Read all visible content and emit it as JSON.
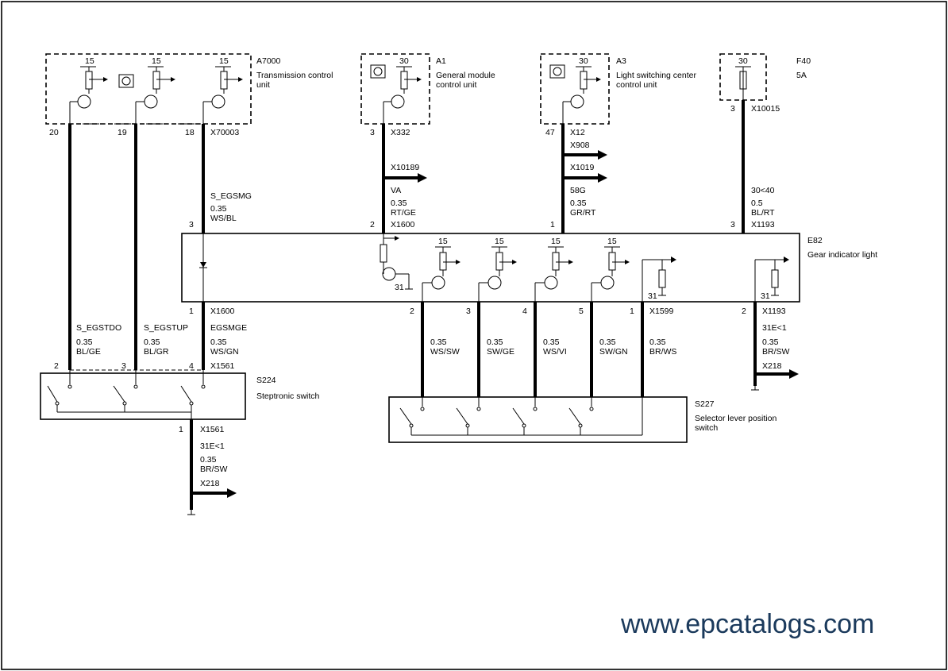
{
  "components": {
    "a7000": {
      "id": "A7000",
      "name_line1": "Transmission control",
      "name_line2": "unit",
      "fuses": [
        "15",
        "15",
        "15"
      ],
      "pins": [
        "20",
        "19",
        "18"
      ],
      "connector": "X70003"
    },
    "a1": {
      "id": "A1",
      "name_line1": "General module",
      "name_line2": "control unit",
      "fuse": "30",
      "pin": "3",
      "connector": "X332"
    },
    "a3": {
      "id": "A3",
      "name_line1": "Light switching center",
      "name_line2": "control unit",
      "fuse": "30",
      "pin": "47",
      "connector": "X12"
    },
    "f40": {
      "id": "F40",
      "rating": "5A",
      "fuse": "30",
      "pin": "3",
      "connector": "X10015"
    },
    "e82": {
      "id": "E82",
      "name": "Gear indicator light",
      "fuses": [
        "15",
        "15",
        "15",
        "15"
      ],
      "ground_left": "31",
      "ground_mid": "31",
      "ground_right": "31"
    },
    "s224": {
      "id": "S224",
      "name": "Steptronic switch"
    },
    "s227": {
      "id": "S227",
      "name_line1": "Selector lever position",
      "name_line2": "switch"
    }
  },
  "wires": {
    "egsmg": {
      "signal": "S_EGSMG",
      "size": "0.35",
      "color": "WS/BL",
      "top_pin": "3",
      "bottom_pin": "1",
      "connector_top": "X1600",
      "connector_bottom": "X1600"
    },
    "va": {
      "splice": "X10189",
      "signal": "VA",
      "size": "0.35",
      "color": "RT/GE",
      "pin": "2",
      "connector": "X1600"
    },
    "g58": {
      "splice_1": "X908",
      "splice_2": "X1019",
      "signal": "58G",
      "size": "0.35",
      "color": "GR/RT",
      "pin": "1"
    },
    "k30": {
      "signal": "30<40",
      "size": "0.5",
      "color": "BL/RT",
      "pin": "3",
      "connector": "X1193"
    },
    "egstdo": {
      "signal": "S_EGSTDO",
      "size": "0.35",
      "color": "BL/GE",
      "pin": "2"
    },
    "egstup": {
      "signal": "S_EGSTUP",
      "size": "0.35",
      "color": "BL/GR",
      "pin": "3"
    },
    "egsmge": {
      "signal": "EGSMGE",
      "size": "0.35",
      "color": "WS/GN",
      "pin": "4",
      "connector": "X1561"
    },
    "s227_wires": [
      {
        "pin": "2",
        "size": "0.35",
        "color": "WS/SW"
      },
      {
        "pin": "3",
        "size": "0.35",
        "color": "SW/GE"
      },
      {
        "pin": "4",
        "size": "0.35",
        "color": "WS/VI"
      },
      {
        "pin": "5",
        "size": "0.35",
        "color": "SW/GN"
      },
      {
        "pin": "1",
        "size": "0.35",
        "color": "BR/WS"
      }
    ],
    "s227_connector": "X1599",
    "ground_e82": {
      "pin": "2",
      "connector": "X1193",
      "signal": "31E<1",
      "size": "0.35",
      "color": "BR/SW",
      "splice": "X218"
    },
    "ground_s224": {
      "pin": "1",
      "connector": "X1561",
      "signal": "31E<1",
      "size": "0.35",
      "color": "BR/SW",
      "splice": "X218"
    }
  },
  "watermark": "www.epcatalogs.com"
}
